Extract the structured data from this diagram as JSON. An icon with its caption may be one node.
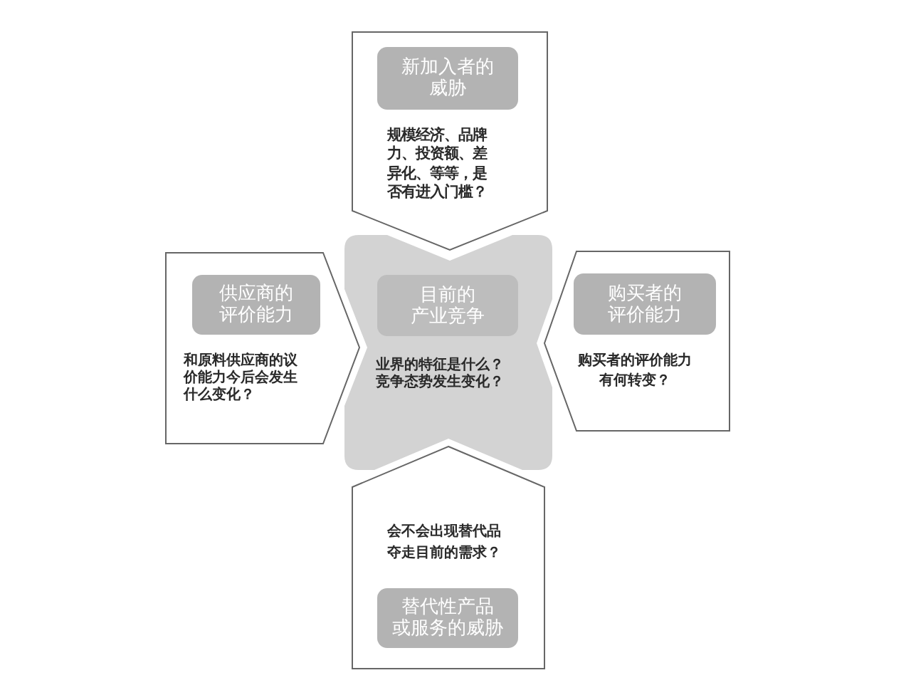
{
  "diagram": {
    "nodes": [
      {
        "text": [
          "规模经济、品牌力、投资额、差异化、等等，是否有进入门槛？"
        ]
      },
      {
        "text": [
          "新加入者的威胁"
        ],
        "in": 0
      },
      {
        "text": [
          "和原料供应商的议价能力今后会发生什么变化？"
        ]
      },
      {
        "text": [
          "供应商的评价能力"
        ],
        "in": 2
      },
      {
        "text": [
          "业界的特征是什么？竞争态势发生变化？"
        ]
      },
      {
        "text": [
          "目前的产业竞争"
        ],
        "in": 4
      },
      {
        "text": [
          "购买者的评价能力有何转变？"
        ]
      },
      {
        "text": [
          "购买者的评价能力"
        ],
        "in": 6
      },
      {
        "text": [
          "会不会出现替代品夺走目前的需求？"
        ]
      },
      {
        "text": [
          "替代性产品或服务的威胁"
        ],
        "in": 8
      }
    ]
  }
}
